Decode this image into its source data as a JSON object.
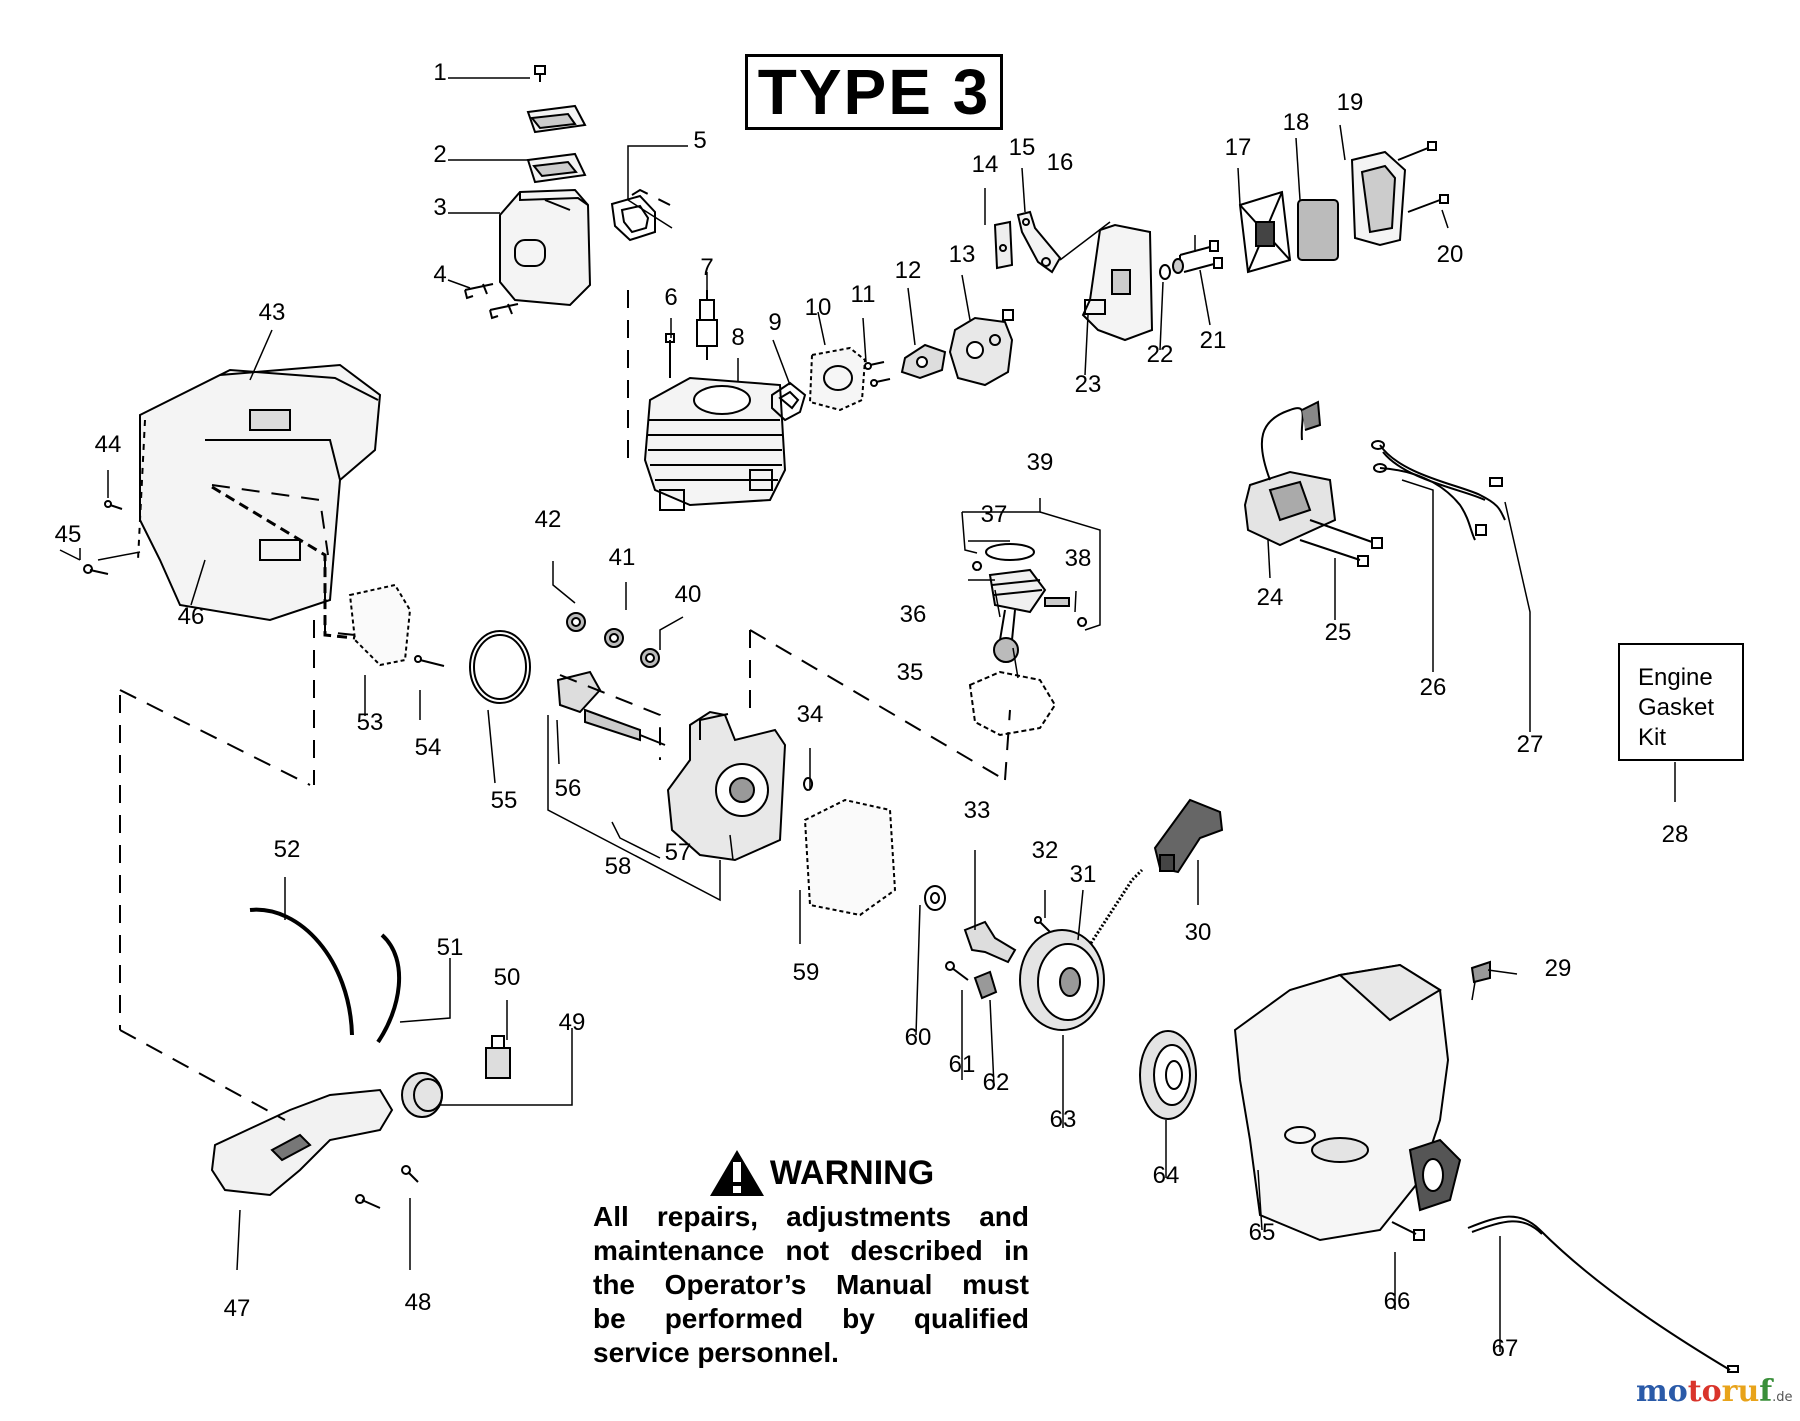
{
  "diagram": {
    "type_label": "TYPE 3",
    "kit_lines": [
      "Engine",
      "Gasket",
      "Kit"
    ],
    "warning": {
      "heading": "WARNING",
      "lines": [
        "All repairs, adjustments and",
        "maintenance not described in",
        "the Operator’s Manual must",
        "be performed by qualified",
        "service personnel."
      ]
    },
    "watermark": {
      "part1": "mo",
      "part2": "to",
      "part3": "ru",
      "part4": "f",
      "suffix": ".de"
    },
    "part_numbers": [
      "1",
      "2",
      "3",
      "4",
      "5",
      "6",
      "7",
      "8",
      "9",
      "10",
      "11",
      "12",
      "13",
      "14",
      "15",
      "16",
      "17",
      "18",
      "19",
      "20",
      "21",
      "22",
      "23",
      "24",
      "25",
      "26",
      "27",
      "28",
      "29",
      "30",
      "31",
      "32",
      "33",
      "34",
      "35",
      "36",
      "37",
      "38",
      "39",
      "40",
      "41",
      "42",
      "43",
      "44",
      "45",
      "46",
      "47",
      "48",
      "49",
      "50",
      "51",
      "52",
      "53",
      "54",
      "55",
      "56",
      "57",
      "58",
      "59",
      "60",
      "61",
      "62",
      "63",
      "64",
      "65",
      "66",
      "67"
    ]
  }
}
